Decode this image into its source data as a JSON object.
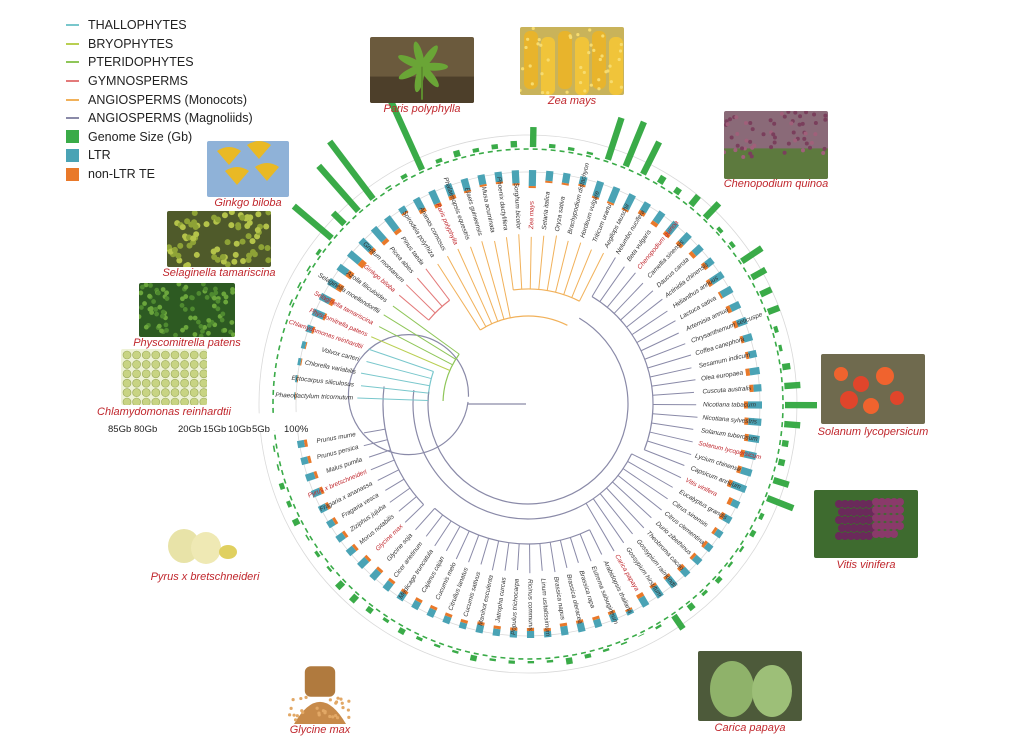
{
  "legend": [
    {
      "label": "THALLOPHYTES",
      "kind": "line",
      "color": "#79c7cc"
    },
    {
      "label": "BRYOPHYTES",
      "kind": "line",
      "color": "#b9cf52"
    },
    {
      "label": "PTERIDOPHYTES",
      "kind": "line",
      "color": "#8fc659"
    },
    {
      "label": "GYMNOSPERMS",
      "kind": "line",
      "color": "#e37a7a"
    },
    {
      "label": "ANGIOSPERMS (Monocots)",
      "kind": "line",
      "color": "#f1b15a"
    },
    {
      "label": "ANGIOSPERMS (Magnoliids)",
      "kind": "line",
      "color": "#8a8aa8"
    },
    {
      "label": "Genome Size (Gb)",
      "kind": "box",
      "color": "#3aab48"
    },
    {
      "label": "LTR",
      "kind": "box",
      "color": "#4aa3b5"
    },
    {
      "label": "non-LTR TE",
      "kind": "box",
      "color": "#e9792a"
    }
  ],
  "scale_labels": [
    "85Gb",
    "80Gb",
    "20Gb",
    "15Gb",
    "10Gb",
    "5Gb",
    "100%"
  ],
  "colors": {
    "genome": "#3aab48",
    "ltr": "#4aa3b5",
    "nonltr": "#e9792a",
    "highlight": "#c0272d",
    "leaf_text": "#333333",
    "ring": "#d9d9d9"
  },
  "species": [
    {
      "name": "Phaeodactylum tricornutum",
      "group": "thallophytes",
      "ltr": 0.05,
      "nonltr": 0.03,
      "genome": 0
    },
    {
      "name": "Ectocarpus siliculosus",
      "group": "thallophytes",
      "ltr": 0.1,
      "nonltr": 0.04,
      "genome": 0
    },
    {
      "name": "Chlorella variabilis",
      "group": "thallophytes",
      "ltr": 0.15,
      "nonltr": 0.05,
      "genome": 0
    },
    {
      "name": "Volvox carteri",
      "group": "thallophytes",
      "ltr": 0.2,
      "nonltr": 0.05,
      "genome": 0
    },
    {
      "name": "Chlamydomonas reinhardtii",
      "group": "thallophytes",
      "ltr": 0.3,
      "nonltr": 0.1,
      "genome": 0,
      "highlight": true
    },
    {
      "name": "Physcomitrella patens",
      "group": "bryophytes",
      "ltr": 0.6,
      "nonltr": 0.1,
      "genome": 0.02,
      "highlight": true
    },
    {
      "name": "Selaginella tamariscina",
      "group": "pteridophytes",
      "ltr": 0.55,
      "nonltr": 0.2,
      "genome": 0.02,
      "highlight": true
    },
    {
      "name": "Selaginella moellendorffii",
      "group": "pteridophytes",
      "ltr": 0.5,
      "nonltr": 0.3,
      "genome": 0.02
    },
    {
      "name": "Azolla filiculoides",
      "group": "pteridophytes",
      "ltr": 0.55,
      "nonltr": 0.3,
      "genome": 0.04
    },
    {
      "name": "Ginkgo biloba",
      "group": "gymnosperms",
      "ltr": 0.7,
      "nonltr": 0.3,
      "genome": 0.62,
      "highlight": true
    },
    {
      "name": "Gnetum montanum",
      "group": "gymnosperms",
      "ltr": 0.7,
      "nonltr": 0.2,
      "genome": 0.2
    },
    {
      "name": "Picea abies",
      "group": "gymnosperms",
      "ltr": 0.8,
      "nonltr": 0.2,
      "genome": 0.75
    },
    {
      "name": "Pinus taeda",
      "group": "gymnosperms",
      "ltr": 0.8,
      "nonltr": 0.2,
      "genome": 0.9
    },
    {
      "name": "Spirodela polyrhiza",
      "group": "monocots",
      "ltr": 0.3,
      "nonltr": 0.1,
      "genome": 0.02
    },
    {
      "name": "Ananas comosus",
      "group": "monocots",
      "ltr": 0.6,
      "nonltr": 0.2,
      "genome": 0.05
    },
    {
      "name": "Paris polyphylla",
      "group": "monocots",
      "ltr": 0.7,
      "nonltr": 0.2,
      "genome": 1.0,
      "highlight": true
    },
    {
      "name": "Phalaenopsis equestris",
      "group": "monocots",
      "ltr": 0.6,
      "nonltr": 0.2,
      "genome": 0.05
    },
    {
      "name": "Elaeis guineensis",
      "group": "monocots",
      "ltr": 0.6,
      "nonltr": 0.1,
      "genome": 0.08
    },
    {
      "name": "Musa acuminata",
      "group": "monocots",
      "ltr": 0.5,
      "nonltr": 0.1,
      "genome": 0.05
    },
    {
      "name": "Phoenix dactylifera",
      "group": "monocots",
      "ltr": 0.5,
      "nonltr": 0.1,
      "genome": 0.06
    },
    {
      "name": "Sorghum bicolor",
      "group": "monocots",
      "ltr": 0.65,
      "nonltr": 0.1,
      "genome": 0.08
    },
    {
      "name": "Zea mays",
      "group": "monocots",
      "ltr": 0.8,
      "nonltr": 0.1,
      "genome": 0.25,
      "highlight": true
    },
    {
      "name": "Setaria italica",
      "group": "monocots",
      "ltr": 0.5,
      "nonltr": 0.1,
      "genome": 0.05
    },
    {
      "name": "Oryza sativa",
      "group": "monocots",
      "ltr": 0.5,
      "nonltr": 0.1,
      "genome": 0.04
    },
    {
      "name": "Brachypodium distachyon",
      "group": "monocots",
      "ltr": 0.4,
      "nonltr": 0.1,
      "genome": 0.03
    },
    {
      "name": "Hordeum vulgare",
      "group": "monocots",
      "ltr": 0.8,
      "nonltr": 0.1,
      "genome": 0.55
    },
    {
      "name": "Triticum urartu",
      "group": "monocots",
      "ltr": 0.8,
      "nonltr": 0.1,
      "genome": 0.6
    },
    {
      "name": "Aegilops tauschii",
      "group": "monocots",
      "ltr": 0.8,
      "nonltr": 0.1,
      "genome": 0.45
    },
    {
      "name": "Nelumbo nucifera",
      "group": "magnoliids",
      "ltr": 0.5,
      "nonltr": 0.2,
      "genome": 0.1
    },
    {
      "name": "Beta vulgaris",
      "group": "magnoliids",
      "ltr": 0.6,
      "nonltr": 0.2,
      "genome": 0.08
    },
    {
      "name": "Chenopodium quinoa",
      "group": "magnoliids",
      "ltr": 0.65,
      "nonltr": 0.2,
      "genome": 0.15,
      "highlight": true
    },
    {
      "name": "Camellia sinensis",
      "group": "magnoliids",
      "ltr": 0.6,
      "nonltr": 0.2,
      "genome": 0.25
    },
    {
      "name": "Daucus carota",
      "group": "magnoliids",
      "ltr": 0.5,
      "nonltr": 0.2,
      "genome": 0.05
    },
    {
      "name": "Actinidia chinensis",
      "group": "magnoliids",
      "ltr": 0.4,
      "nonltr": 0.2,
      "genome": 0.05
    },
    {
      "name": "Helianthus annuus",
      "group": "magnoliids",
      "ltr": 0.7,
      "nonltr": 0.2,
      "genome": 0.3
    },
    {
      "name": "Lactuca sativa",
      "group": "magnoliids",
      "ltr": 0.6,
      "nonltr": 0.1,
      "genome": 0.2
    },
    {
      "name": "Artemisia annua",
      "group": "magnoliids",
      "ltr": 0.5,
      "nonltr": 0.2,
      "genome": 0.15
    },
    {
      "name": "Chrysanthemum seticuspe",
      "group": "magnoliids",
      "ltr": 0.5,
      "nonltr": 0.2,
      "genome": 0.15
    },
    {
      "name": "Coffea canephora",
      "group": "magnoliids",
      "ltr": 0.45,
      "nonltr": 0.15,
      "genome": 0.05
    },
    {
      "name": "Sesamum indicum",
      "group": "magnoliids",
      "ltr": 0.4,
      "nonltr": 0.15,
      "genome": 0.04
    },
    {
      "name": "Olea europaea",
      "group": "magnoliids",
      "ltr": 0.5,
      "nonltr": 0.2,
      "genome": 0.1
    },
    {
      "name": "Cuscuta australis",
      "group": "magnoliids",
      "ltr": 0.4,
      "nonltr": 0.2,
      "genome": 0.2
    },
    {
      "name": "Nicotiana tabacum",
      "group": "magnoliids",
      "ltr": 0.7,
      "nonltr": 0.2,
      "genome": 0.4
    },
    {
      "name": "Nicotiana sylvestris",
      "group": "magnoliids",
      "ltr": 0.65,
      "nonltr": 0.2,
      "genome": 0.2
    },
    {
      "name": "Solanum tuberosum",
      "group": "magnoliids",
      "ltr": 0.55,
      "nonltr": 0.2,
      "genome": 0.08
    },
    {
      "name": "Solanum lycopersicum",
      "group": "magnoliids",
      "ltr": 0.6,
      "nonltr": 0.2,
      "genome": 0.08,
      "highlight": true
    },
    {
      "name": "Lycium chinense",
      "group": "magnoliids",
      "ltr": 0.55,
      "nonltr": 0.2,
      "genome": 0.2
    },
    {
      "name": "Capsicum annuum",
      "group": "magnoliids",
      "ltr": 0.75,
      "nonltr": 0.2,
      "genome": 0.35
    },
    {
      "name": "Vitis vinifera",
      "group": "magnoliids",
      "ltr": 0.4,
      "nonltr": 0.2,
      "genome": 0.05,
      "highlight": true
    },
    {
      "name": "Eucalyptus grandis",
      "group": "magnoliids",
      "ltr": 0.4,
      "nonltr": 0.2,
      "genome": 0.06
    },
    {
      "name": "Citrus sinensis",
      "group": "magnoliids",
      "ltr": 0.35,
      "nonltr": 0.15,
      "genome": 0.03
    },
    {
      "name": "Citrus clementina",
      "group": "magnoliids",
      "ltr": 0.35,
      "nonltr": 0.15,
      "genome": 0.03
    },
    {
      "name": "Durio zibethinus",
      "group": "magnoliids",
      "ltr": 0.4,
      "nonltr": 0.15,
      "genome": 0.06
    },
    {
      "name": "Theobroma cacao",
      "group": "magnoliids",
      "ltr": 0.4,
      "nonltr": 0.2,
      "genome": 0.04
    },
    {
      "name": "Gossypium raimondii",
      "group": "magnoliids",
      "ltr": 0.55,
      "nonltr": 0.15,
      "genome": 0.08
    },
    {
      "name": "Gossypium hirsutum",
      "group": "magnoliids",
      "ltr": 0.6,
      "nonltr": 0.15,
      "genome": 0.2
    },
    {
      "name": "Carica papaya",
      "group": "magnoliids",
      "ltr": 0.5,
      "nonltr": 0.2,
      "genome": 0.03,
      "highlight": true
    },
    {
      "name": "Arabidopsis thaliana",
      "group": "magnoliids",
      "ltr": 0.2,
      "nonltr": 0.1,
      "genome": 0.01
    },
    {
      "name": "Eutrema salsugineum",
      "group": "magnoliids",
      "ltr": 0.4,
      "nonltr": 0.15,
      "genome": 0.02
    },
    {
      "name": "Brassica rapa",
      "group": "magnoliids",
      "ltr": 0.4,
      "nonltr": 0.15,
      "genome": 0.03
    },
    {
      "name": "Brassica oleracea",
      "group": "magnoliids",
      "ltr": 0.45,
      "nonltr": 0.15,
      "genome": 0.05
    },
    {
      "name": "Brassica napus",
      "group": "magnoliids",
      "ltr": 0.45,
      "nonltr": 0.15,
      "genome": 0.08
    },
    {
      "name": "Linum usitatissimum",
      "group": "magnoliids",
      "ltr": 0.3,
      "nonltr": 0.15,
      "genome": 0.03
    },
    {
      "name": "Ricinus communis",
      "group": "magnoliids",
      "ltr": 0.35,
      "nonltr": 0.15,
      "genome": 0.03
    },
    {
      "name": "Populus trichocarpa",
      "group": "magnoliids",
      "ltr": 0.35,
      "nonltr": 0.15,
      "genome": 0.04
    },
    {
      "name": "Jatropha curcas",
      "group": "magnoliids",
      "ltr": 0.35,
      "nonltr": 0.15,
      "genome": 0.03
    },
    {
      "name": "Manihot esculenta",
      "group": "magnoliids",
      "ltr": 0.4,
      "nonltr": 0.15,
      "genome": 0.07
    },
    {
      "name": "Cucumis sativus",
      "group": "magnoliids",
      "ltr": 0.3,
      "nonltr": 0.15,
      "genome": 0.03
    },
    {
      "name": "Citrullus lanatus",
      "group": "magnoliids",
      "ltr": 0.35,
      "nonltr": 0.15,
      "genome": 0.03
    },
    {
      "name": "Cucumis melo",
      "group": "magnoliids",
      "ltr": 0.4,
      "nonltr": 0.15,
      "genome": 0.04
    },
    {
      "name": "Cajanus cajan",
      "group": "magnoliids",
      "ltr": 0.4,
      "nonltr": 0.15,
      "genome": 0.07
    },
    {
      "name": "Medicago truncatula",
      "group": "magnoliids",
      "ltr": 0.4,
      "nonltr": 0.15,
      "genome": 0.04
    },
    {
      "name": "Cicer arietinum",
      "group": "magnoliids",
      "ltr": 0.45,
      "nonltr": 0.15,
      "genome": 0.07
    },
    {
      "name": "Glycine soja",
      "group": "magnoliids",
      "ltr": 0.5,
      "nonltr": 0.15,
      "genome": 0.1
    },
    {
      "name": "Glycine max",
      "group": "magnoliids",
      "ltr": 0.5,
      "nonltr": 0.15,
      "genome": 0.1,
      "highlight": true
    },
    {
      "name": "Morus notabilis",
      "group": "magnoliids",
      "ltr": 0.4,
      "nonltr": 0.15,
      "genome": 0.03
    },
    {
      "name": "Ziziphus jujuba",
      "group": "magnoliids",
      "ltr": 0.4,
      "nonltr": 0.15,
      "genome": 0.04
    },
    {
      "name": "Fragaria vesca",
      "group": "magnoliids",
      "ltr": 0.35,
      "nonltr": 0.15,
      "genome": 0.02
    },
    {
      "name": "Fragaria x ananassa",
      "group": "magnoliids",
      "ltr": 0.4,
      "nonltr": 0.15,
      "genome": 0.08
    },
    {
      "name": "Pyrus x bretschneideri",
      "group": "magnoliids",
      "ltr": 0.45,
      "nonltr": 0.15,
      "genome": 0.05,
      "highlight": true
    },
    {
      "name": "Malus pumila",
      "group": "magnoliids",
      "ltr": 0.45,
      "nonltr": 0.15,
      "genome": 0.06
    },
    {
      "name": "Prunus persica",
      "group": "magnoliids",
      "ltr": 0.35,
      "nonltr": 0.15,
      "genome": 0.02
    },
    {
      "name": "Prunus mume",
      "group": "magnoliids",
      "ltr": 0.35,
      "nonltr": 0.15,
      "genome": 0.02
    }
  ],
  "photos": [
    {
      "caption": "Paris polyphylla",
      "kind": "plant"
    },
    {
      "caption": "Zea mays",
      "kind": "corn"
    },
    {
      "caption": "Chenopodium quinoa",
      "kind": "quinoa"
    },
    {
      "caption": "Ginkgo biloba",
      "kind": "ginkgo"
    },
    {
      "caption": "Selaginella tamariscina",
      "kind": "selaginella"
    },
    {
      "caption": "Physcomitrella patens",
      "kind": "moss"
    },
    {
      "caption": "Chlamydomonas reinhardtii",
      "kind": "algae"
    },
    {
      "caption": "Solanum lycopersicum",
      "kind": "tomato"
    },
    {
      "caption": "Vitis vinifera",
      "kind": "grape"
    },
    {
      "caption": "Carica papaya",
      "kind": "papaya"
    },
    {
      "caption": "Glycine max",
      "kind": "soy"
    },
    {
      "caption": "Pyrus x bretschneideri",
      "kind": "pear"
    }
  ]
}
